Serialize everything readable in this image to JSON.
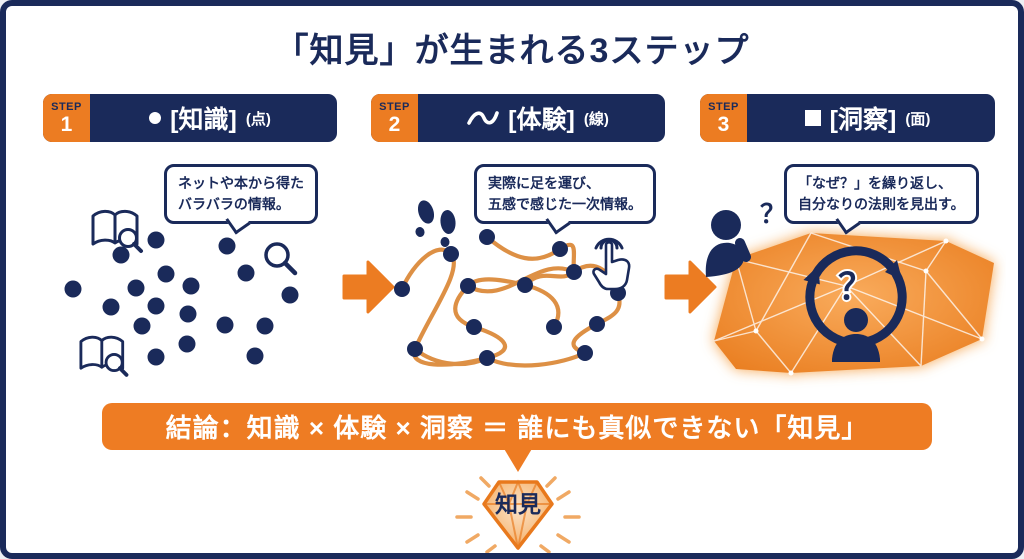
{
  "frame": {
    "title": "「知見」が生まれる3ステップ"
  },
  "colors": {
    "navy": "#1a2a5a",
    "orange": "#ec7c22",
    "curve_orange": "#dd9045",
    "banner_orange": "#ee7c23",
    "white": "#ffffff"
  },
  "steps": [
    {
      "badge_label": "STEP",
      "badge_number": "1",
      "icon": "dot-icon",
      "title": "[知識]",
      "subtitle": "(点)",
      "bubble": {
        "line1": "ネットや本から得た",
        "line2": "バラバラの情報。"
      },
      "scene_icons": [
        "open-book-search-icon",
        "open-book-search-icon",
        "magnifier-icon",
        "scatter-dots"
      ]
    },
    {
      "badge_label": "STEP",
      "badge_number": "2",
      "icon": "wave-icon",
      "title": "[体験]",
      "subtitle": "(線)",
      "bubble": {
        "line1": "実際に足を運び、",
        "line2": "五感で感じた一次情報。"
      },
      "scene_icons": [
        "footprints-icon",
        "tap-hand-icon",
        "connected-path-dots"
      ]
    },
    {
      "badge_label": "STEP",
      "badge_number": "3",
      "icon": "square-icon",
      "title": "[洞察]",
      "subtitle": "(面)",
      "bubble": {
        "line1": "「なぜ？」を繰り返し、",
        "line2": "自分なりの法則を見出す。"
      },
      "scene_icons": [
        "thinking-person-icon",
        "question-mark",
        "cycle-arrows-icon",
        "person-icon",
        "glowing-mesh-plane"
      ],
      "question_mark": "？"
    }
  ],
  "connectors": [
    "arrow-right-icon",
    "arrow-right-icon"
  ],
  "conclusion": {
    "label": "結論：知識 × 体験 × 洞察 ＝ 誰にも真似できない「知見」"
  },
  "gem": {
    "icon": "diamond-gem-icon",
    "label": "知見"
  }
}
